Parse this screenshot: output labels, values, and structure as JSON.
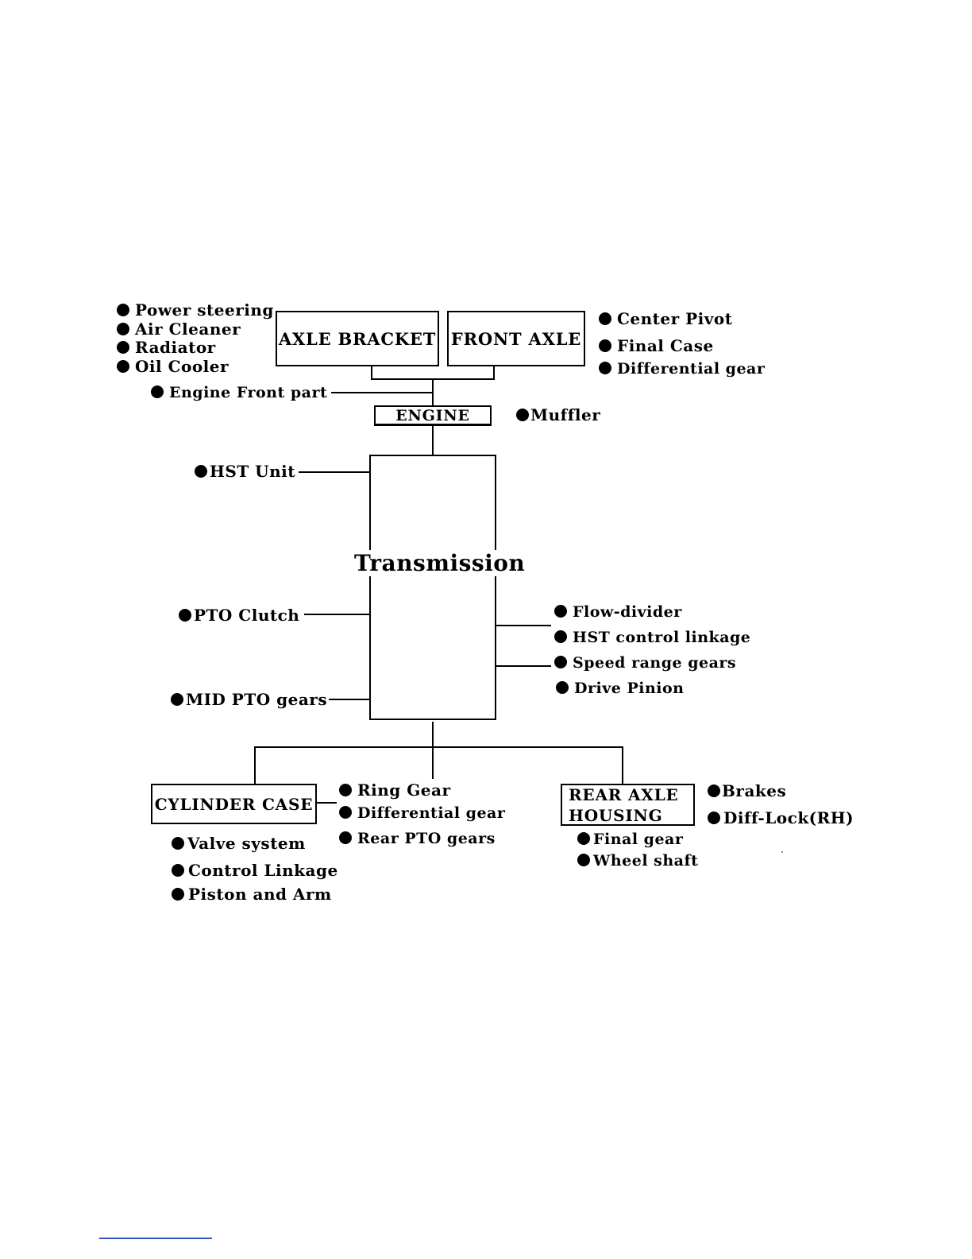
{
  "boxes": {
    "axle_bracket": "AXLE BRACKET",
    "front_axle": "FRONT AXLE",
    "engine": "ENGINE",
    "transmission": "Transmission",
    "cylinder_case": "CYLINDER CASE",
    "rear_axle_housing_1": "REAR AXLE",
    "rear_axle_housing_2": "HOUSING"
  },
  "labels": {
    "power_steering": "Power steering",
    "air_cleaner": "Air Cleaner",
    "radiator": "Radiator",
    "oil_cooler": "Oil Cooler",
    "engine_front_part": "Engine Front part",
    "center_pivot": "Center Pivot",
    "final_case": "Final Case",
    "differential_gear_front": "Differential gear",
    "muffler": "Muffler",
    "hst_unit": "HST Unit",
    "pto_clutch": "PTO Clutch",
    "mid_pto_gears": "MID PTO gears",
    "flow_divider": "Flow-divider",
    "hst_control_linkage": "HST control linkage",
    "speed_range_gears": "Speed range gears",
    "drive_pinion": "Drive Pinion",
    "ring_gear": "Ring Gear",
    "differential_gear_rear": "Differential gear",
    "rear_pto_gears": "Rear PTO gears",
    "valve_system": "Valve system",
    "control_linkage": "Control Linkage",
    "piston_and_arm": "Piston and Arm",
    "brakes": "Brakes",
    "diff_lock": "Diff-Lock(RH)",
    "final_gear": "Final gear",
    "wheel_shaft": "Wheel shaft"
  }
}
